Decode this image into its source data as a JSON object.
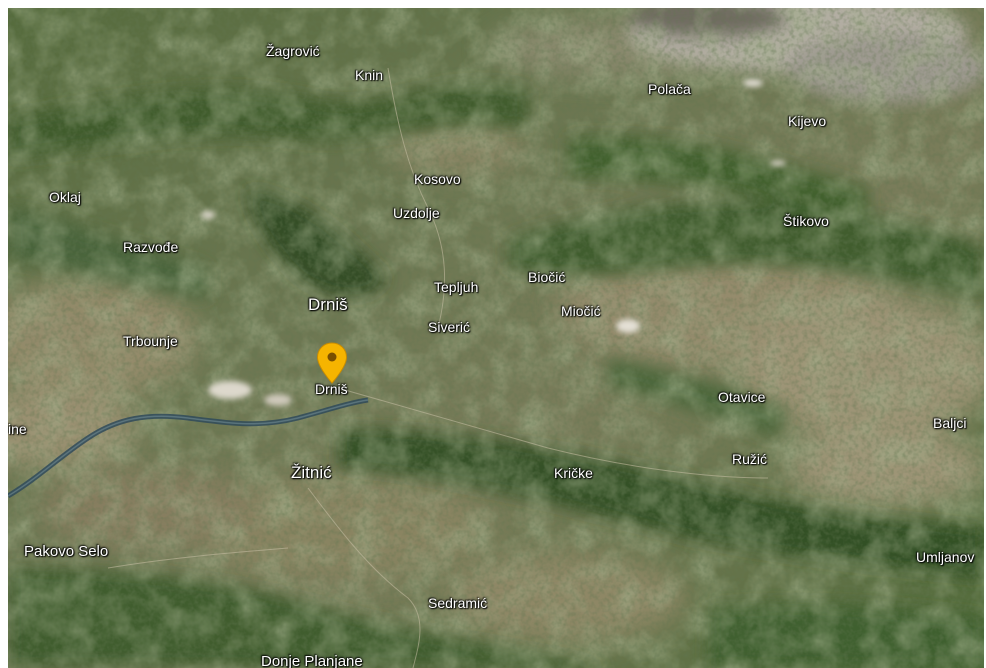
{
  "map": {
    "colors": {
      "forest": "#3d5a2c",
      "scrub": "#6f7b4e",
      "karst": "#9a8e6f",
      "pale_rock": "#c9c2b3",
      "river": "#2f4a5a",
      "pin": "#f6b400"
    },
    "labels": {
      "zagrovic": "Žagrović",
      "knin": "Knin",
      "polaca": "Polača",
      "kijevo": "Kijevo",
      "kosovo": "Kosovo",
      "oklaj": "Oklaj",
      "uzdolje": "Uzdolje",
      "stikovo": "Štikovo",
      "razvode": "Razvođe",
      "tepljuh": "Tepljuh",
      "biocic": "Biočić",
      "drnis_region": "Drniš",
      "miocic": "Miočić",
      "siveric": "Siverić",
      "trbounje": "Trbounje",
      "drnis_pin": "Drniš",
      "otavice": "Otavice",
      "balici": "Baljci",
      "ine": "ine",
      "ruzic": "Ružić",
      "zitnic": "Žitnić",
      "kricke": "Kričke",
      "pakovo_selo": "Pakovo Selo",
      "umljanovic": "Umljanov",
      "sedramic": "Sedramić",
      "donje_planjane": "Donje Planjane"
    },
    "pin": {
      "icon": "map-pin-icon"
    }
  }
}
